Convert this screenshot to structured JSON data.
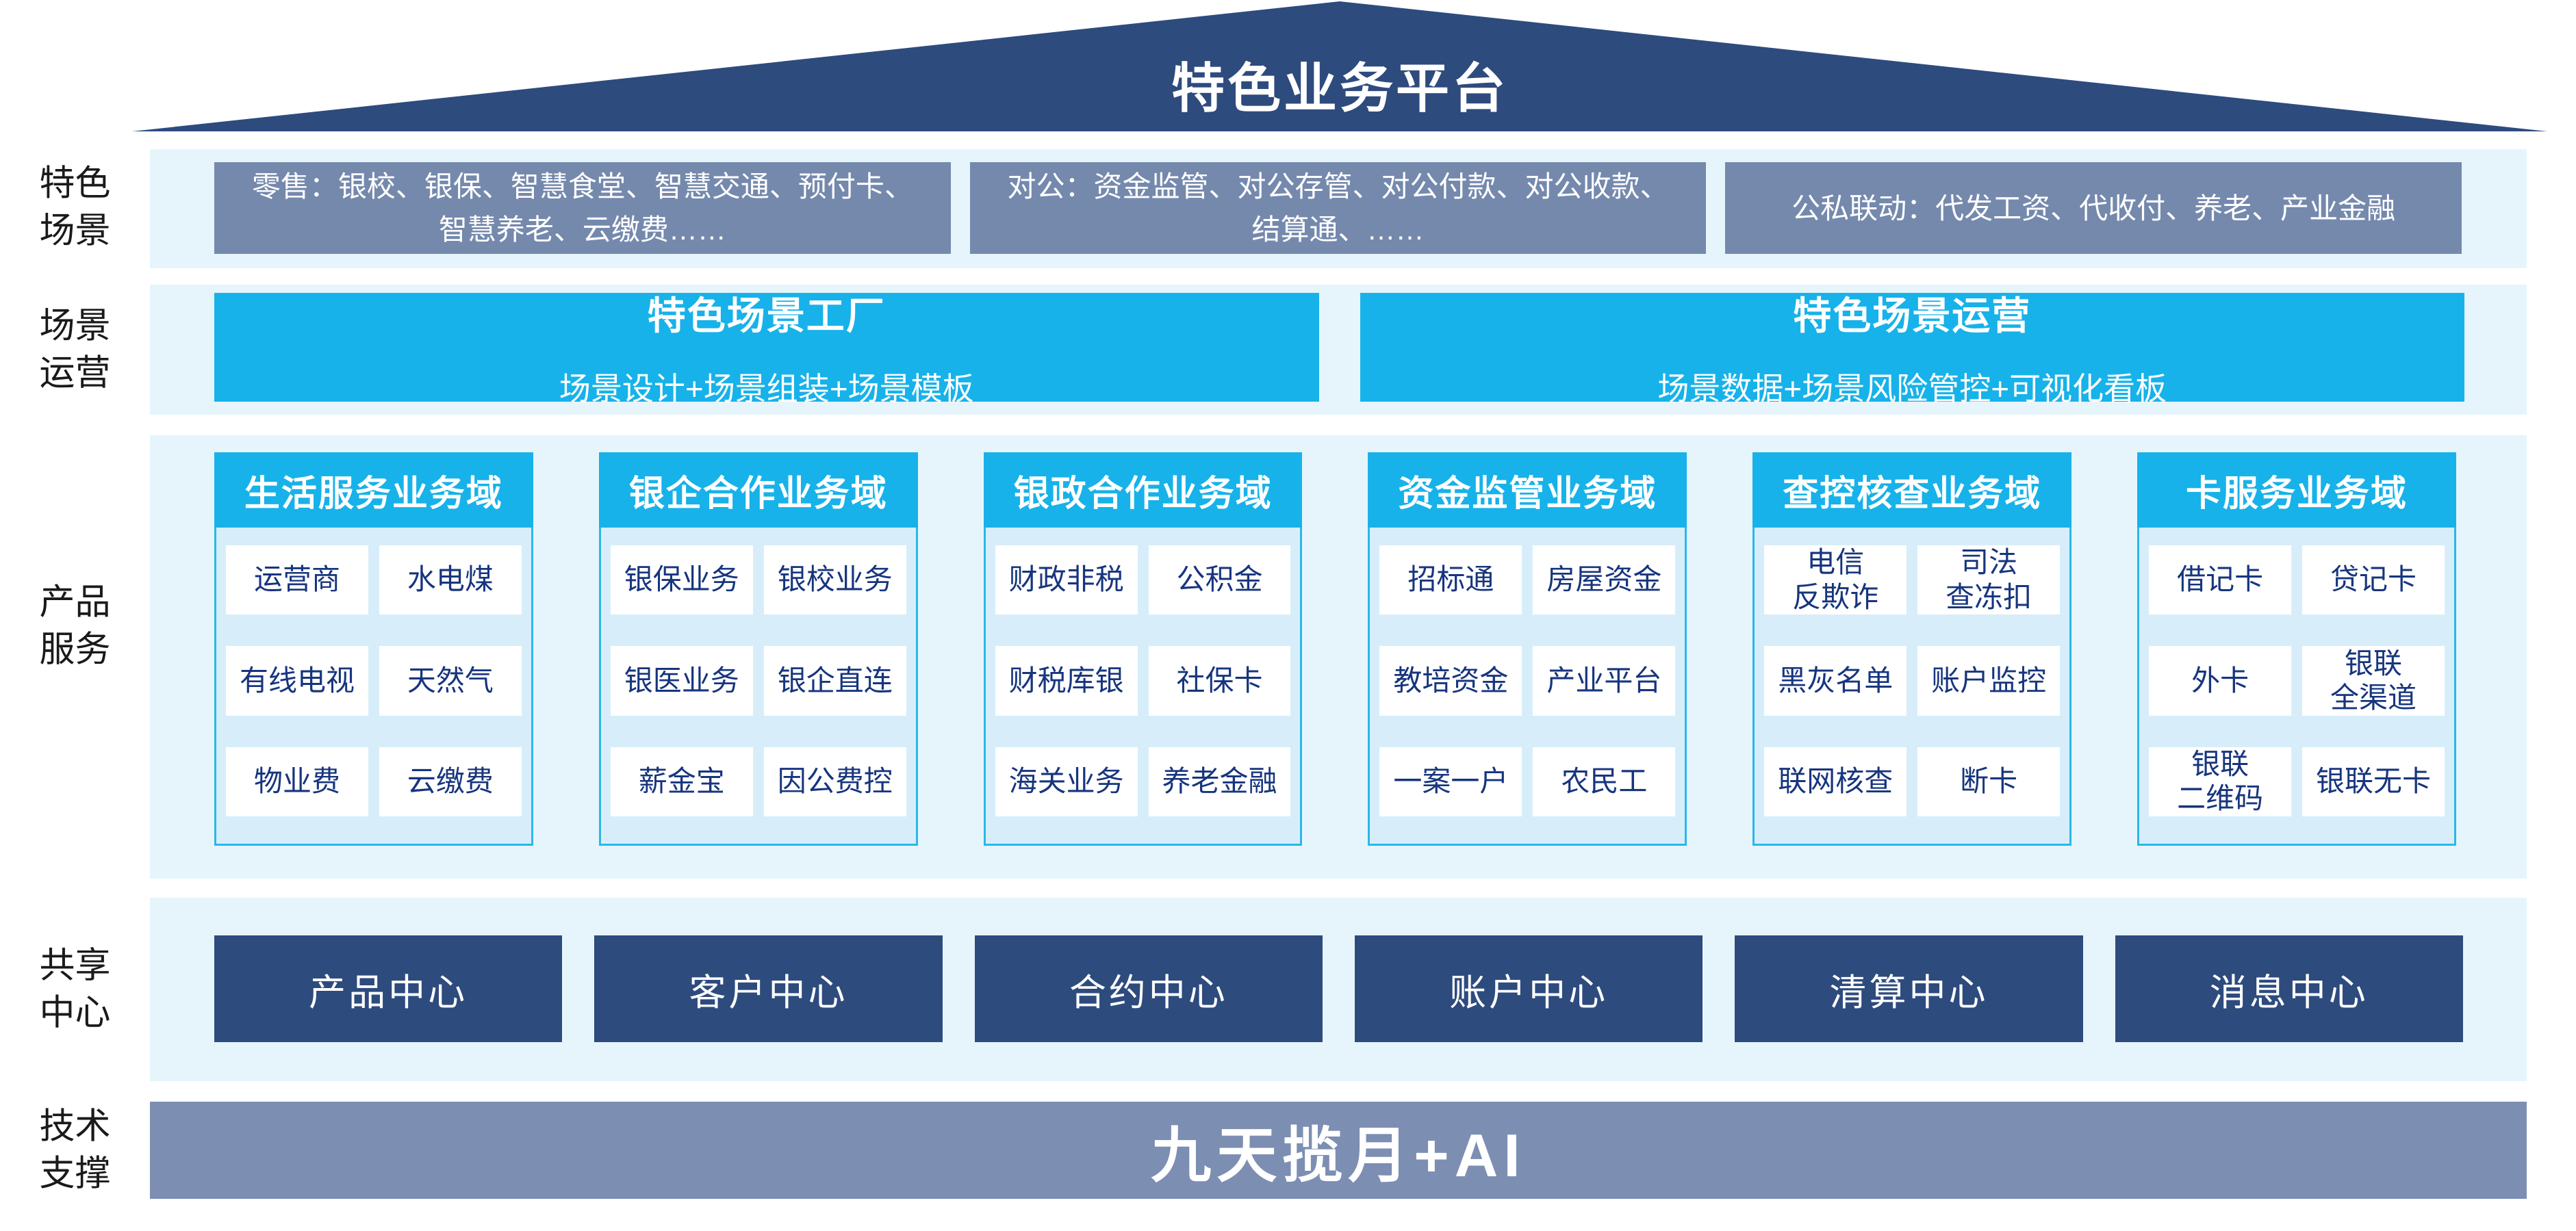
{
  "colors": {
    "navy": "#2E4B7E",
    "cyan": "#17B2E9",
    "band_light_blue": "#E6F5FC",
    "scenario_slate": "#7589AD",
    "tech_slate": "#7D8EB3",
    "panel_blue": "#D7EEFA",
    "panel_border": "#29B8E9",
    "cell_text_navy": "#17357E"
  },
  "roof": {
    "title": "特色业务平台"
  },
  "side_labels": [
    {
      "text": "特色\n场景"
    },
    {
      "text": "场景\n运营"
    },
    {
      "text": "产品\n服务"
    },
    {
      "text": "共享\n中心"
    },
    {
      "text": "技术\n支撑"
    }
  ],
  "scenario_row": {
    "boxes": [
      {
        "text": "零售：银校、银保、智慧食堂、智慧交通、预付卡、智慧养老、云缴费……"
      },
      {
        "text": "对公：资金监管、对公存管、对公付款、对公收款、结算通、……"
      },
      {
        "text": "公私联动：代发工资、代收付、养老、产业金融"
      }
    ]
  },
  "operation_row": {
    "boxes": [
      {
        "title": "特色场景工厂",
        "subtitle": "场景设计+场景组装+场景模板"
      },
      {
        "title": "特色场景运营",
        "subtitle": "场景数据+场景风险管控+可视化看板"
      }
    ]
  },
  "product_domains": [
    {
      "header": "生活服务业务域",
      "cells": [
        "运营商",
        "水电煤",
        "有线电视",
        "天然气",
        "物业费",
        "云缴费"
      ]
    },
    {
      "header": "银企合作业务域",
      "cells": [
        "银保业务",
        "银校业务",
        "银医业务",
        "银企直连",
        "薪金宝",
        "因公费控"
      ]
    },
    {
      "header": "银政合作业务域",
      "cells": [
        "财政非税",
        "公积金",
        "财税库银",
        "社保卡",
        "海关业务",
        "养老金融"
      ]
    },
    {
      "header": "资金监管业务域",
      "cells": [
        "招标通",
        "房屋资金",
        "教培资金",
        "产业平台",
        "一案一户",
        "农民工"
      ]
    },
    {
      "header": "查控核查业务域",
      "cells": [
        "电信\n反欺诈",
        "司法\n查冻扣",
        "黑灰名单",
        "账户监控",
        "联网核查",
        "断卡"
      ]
    },
    {
      "header": "卡服务业务域",
      "cells": [
        "借记卡",
        "贷记卡",
        "外卡",
        "银联\n全渠道",
        "银联\n二维码",
        "银联无卡"
      ]
    }
  ],
  "shared_centers": [
    "产品中心",
    "客户中心",
    "合约中心",
    "账户中心",
    "清算中心",
    "消息中心"
  ],
  "tech_support": {
    "label": "九天揽月+AI"
  }
}
